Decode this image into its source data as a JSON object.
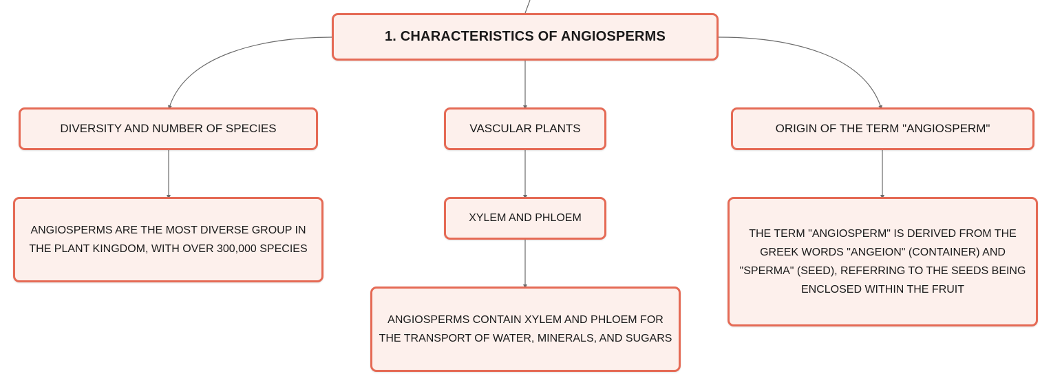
{
  "colors": {
    "node_border": "#e56a55",
    "node_fill": "#fdf0ec",
    "connector": "#6b6b6b"
  },
  "root": {
    "label": "1. CHARACTERISTICS OF ANGIOSPERMS"
  },
  "branches": {
    "diversity": {
      "label": "DIVERSITY AND NUMBER OF SPECIES",
      "detail": "ANGIOSPERMS ARE THE MOST DIVERSE GROUP IN THE PLANT KINGDOM, WITH OVER 300,000 SPECIES"
    },
    "vascular": {
      "label": "VASCULAR PLANTS",
      "sub_label": "XYLEM AND PHLOEM",
      "detail": "ANGIOSPERMS CONTAIN XYLEM AND PHLOEM FOR THE TRANSPORT OF WATER, MINERALS, AND SUGARS"
    },
    "origin": {
      "label": "ORIGIN OF THE TERM \"ANGIOSPERM\"",
      "detail": "THE TERM \"ANGIOSPERM\" IS DERIVED FROM THE GREEK WORDS \"ANGEION\" (CONTAINER) AND \"SPERMA\" (SEED), REFERRING TO THE SEEDS BEING ENCLOSED WITHIN THE FRUIT"
    }
  }
}
